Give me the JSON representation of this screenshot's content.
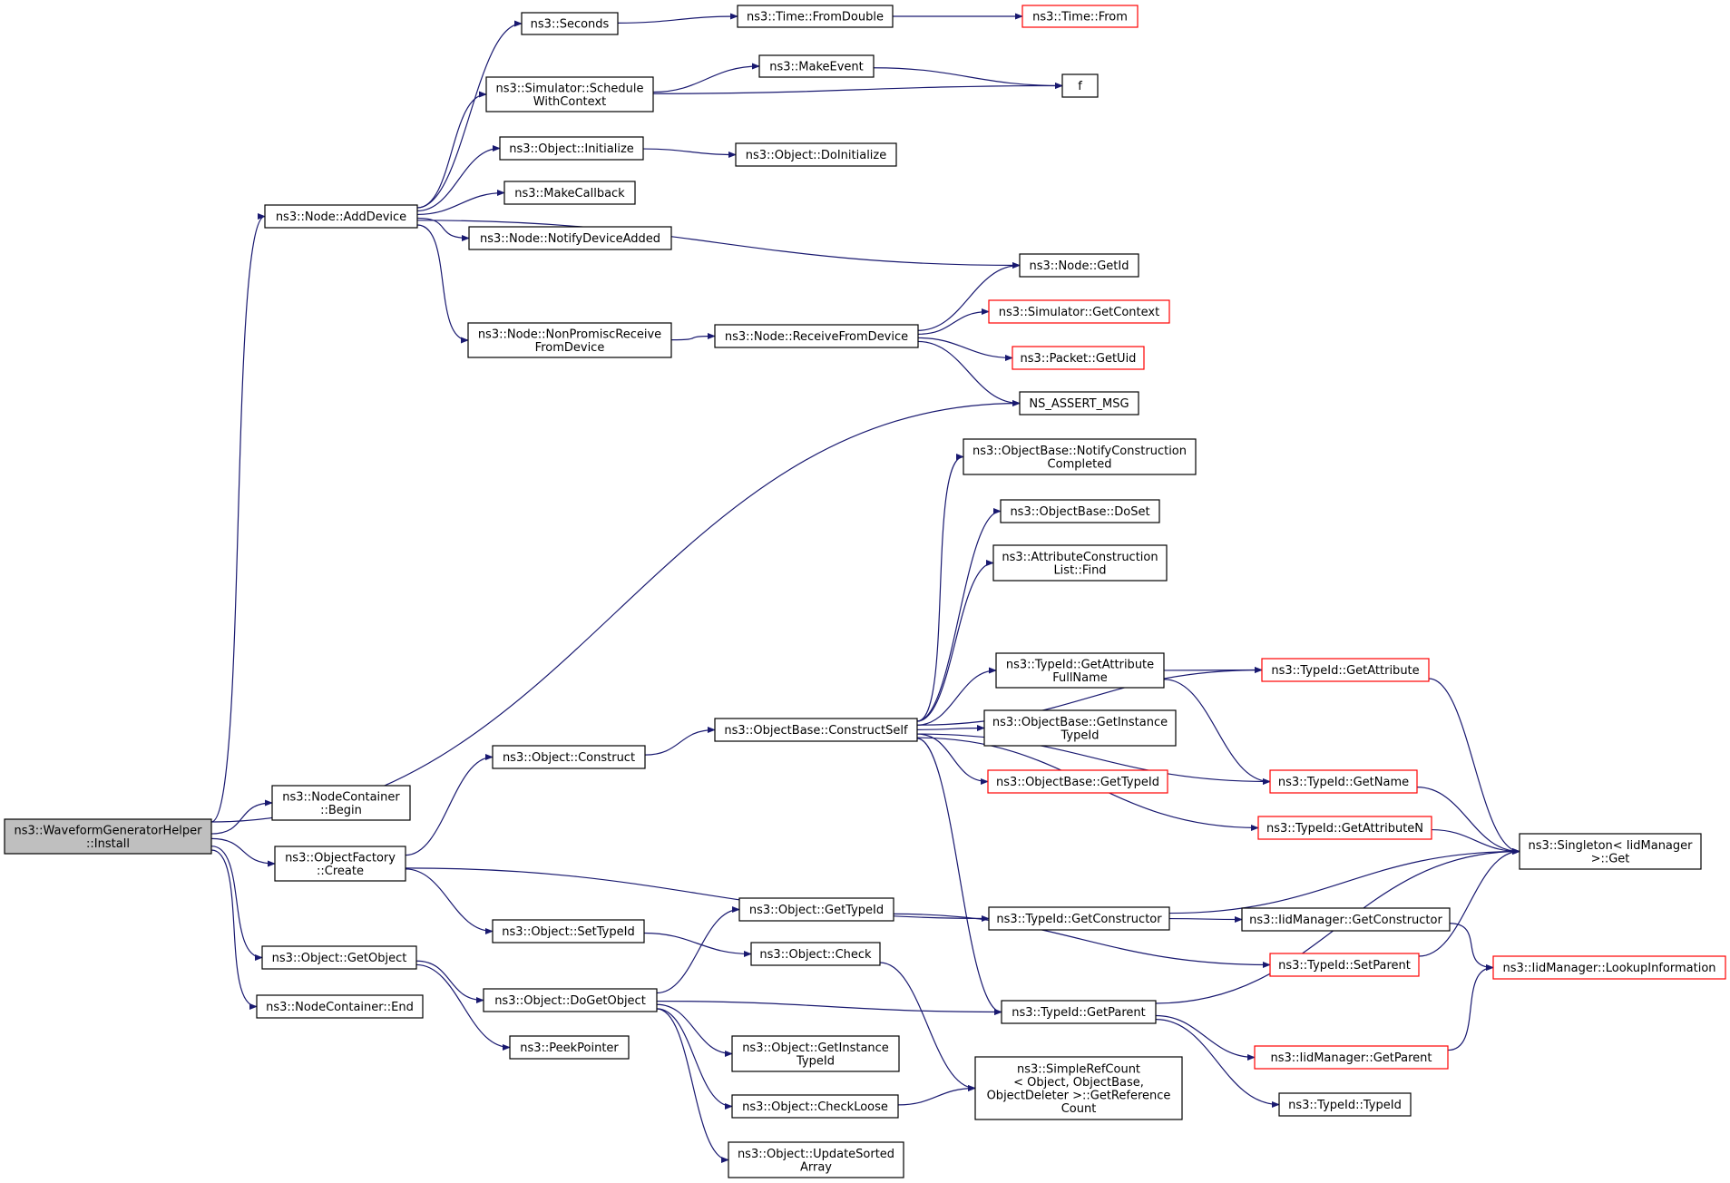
{
  "diagram": {
    "nodes": [
      {
        "id": "install",
        "lines": [
          "ns3::WaveformGeneratorHelper",
          "::Install"
        ],
        "style": "root"
      },
      {
        "id": "addDevice",
        "lines": [
          "ns3::Node::AddDevice"
        ],
        "style": "normal"
      },
      {
        "id": "seconds",
        "lines": [
          "ns3::Seconds"
        ],
        "style": "normal"
      },
      {
        "id": "timeFromDouble",
        "lines": [
          "ns3::Time::FromDouble"
        ],
        "style": "normal"
      },
      {
        "id": "timeFrom",
        "lines": [
          "ns3::Time::From"
        ],
        "style": "red"
      },
      {
        "id": "scheduleWithContext",
        "lines": [
          "ns3::Simulator::Schedule",
          "WithContext"
        ],
        "style": "normal"
      },
      {
        "id": "makeEvent",
        "lines": [
          "ns3::MakeEvent"
        ],
        "style": "normal"
      },
      {
        "id": "f",
        "lines": [
          "f"
        ],
        "style": "normal"
      },
      {
        "id": "objInitialize",
        "lines": [
          "ns3::Object::Initialize"
        ],
        "style": "normal"
      },
      {
        "id": "objDoInitialize",
        "lines": [
          "ns3::Object::DoInitialize"
        ],
        "style": "normal"
      },
      {
        "id": "makeCallback",
        "lines": [
          "ns3::MakeCallback"
        ],
        "style": "normal"
      },
      {
        "id": "notifyDeviceAdded",
        "lines": [
          "ns3::Node::NotifyDeviceAdded"
        ],
        "style": "normal"
      },
      {
        "id": "nodeGetId",
        "lines": [
          "ns3::Node::GetId"
        ],
        "style": "normal"
      },
      {
        "id": "nonPromisc",
        "lines": [
          "ns3::Node::NonPromiscReceive",
          "FromDevice"
        ],
        "style": "normal"
      },
      {
        "id": "receiveFromDevice",
        "lines": [
          "ns3::Node::ReceiveFromDevice"
        ],
        "style": "normal"
      },
      {
        "id": "simGetContext",
        "lines": [
          "ns3::Simulator::GetContext"
        ],
        "style": "red"
      },
      {
        "id": "packetGetUid",
        "lines": [
          "ns3::Packet::GetUid"
        ],
        "style": "red"
      },
      {
        "id": "nsAssertMsg",
        "lines": [
          "NS_ASSERT_MSG"
        ],
        "style": "normal"
      },
      {
        "id": "notifyConstruction",
        "lines": [
          "ns3::ObjectBase::NotifyConstruction",
          "Completed"
        ],
        "style": "normal"
      },
      {
        "id": "objBaseDoSet",
        "lines": [
          "ns3::ObjectBase::DoSet"
        ],
        "style": "normal"
      },
      {
        "id": "attrConstructionFind",
        "lines": [
          "ns3::AttributeConstruction",
          "List::Find"
        ],
        "style": "normal"
      },
      {
        "id": "typeIdGetAttribute",
        "lines": [
          "ns3::TypeId::GetAttribute"
        ],
        "style": "red"
      },
      {
        "id": "getAttributeFullName",
        "lines": [
          "ns3::TypeId::GetAttribute",
          "FullName"
        ],
        "style": "normal"
      },
      {
        "id": "objBaseGetInstanceTypeId",
        "lines": [
          "ns3::ObjectBase::GetInstance",
          "TypeId"
        ],
        "style": "normal"
      },
      {
        "id": "constructSelf",
        "lines": [
          "ns3::ObjectBase::ConstructSelf"
        ],
        "style": "normal"
      },
      {
        "id": "objBaseGetTypeId",
        "lines": [
          "ns3::ObjectBase::GetTypeId"
        ],
        "style": "red"
      },
      {
        "id": "typeIdGetName",
        "lines": [
          "ns3::TypeId::GetName"
        ],
        "style": "red"
      },
      {
        "id": "typeIdGetAttributeN",
        "lines": [
          "ns3::TypeId::GetAttributeN"
        ],
        "style": "red"
      },
      {
        "id": "singletonGet",
        "lines": [
          "ns3::Singleton< IidManager",
          ">::Get"
        ],
        "style": "normal"
      },
      {
        "id": "objConstruct",
        "lines": [
          "ns3::Object::Construct"
        ],
        "style": "normal"
      },
      {
        "id": "nodeContainerBegin",
        "lines": [
          "ns3::NodeContainer",
          "::Begin"
        ],
        "style": "normal"
      },
      {
        "id": "objFactoryCreate",
        "lines": [
          "ns3::ObjectFactory",
          "::Create"
        ],
        "style": "normal"
      },
      {
        "id": "typeIdGetConstructor",
        "lines": [
          "ns3::TypeId::GetConstructor"
        ],
        "style": "normal"
      },
      {
        "id": "iidGetConstructor",
        "lines": [
          "ns3::IidManager::GetConstructor"
        ],
        "style": "normal"
      },
      {
        "id": "objSetTypeId",
        "lines": [
          "ns3::Object::SetTypeId"
        ],
        "style": "normal"
      },
      {
        "id": "objGetTypeId",
        "lines": [
          "ns3::Object::GetTypeId"
        ],
        "style": "normal"
      },
      {
        "id": "objCheck",
        "lines": [
          "ns3::Object::Check"
        ],
        "style": "normal"
      },
      {
        "id": "typeIdSetParent",
        "lines": [
          "ns3::TypeId::SetParent"
        ],
        "style": "red"
      },
      {
        "id": "iidLookupInformation",
        "lines": [
          "ns3::IidManager::LookupInformation"
        ],
        "style": "red"
      },
      {
        "id": "objGetObject",
        "lines": [
          "ns3::Object::GetObject"
        ],
        "style": "normal"
      },
      {
        "id": "nodeContainerEnd",
        "lines": [
          "ns3::NodeContainer::End"
        ],
        "style": "normal"
      },
      {
        "id": "objDoGetObject",
        "lines": [
          "ns3::Object::DoGetObject"
        ],
        "style": "normal"
      },
      {
        "id": "typeIdGetParent",
        "lines": [
          "ns3::TypeId::GetParent"
        ],
        "style": "normal"
      },
      {
        "id": "peekPointer",
        "lines": [
          "ns3::PeekPointer"
        ],
        "style": "normal"
      },
      {
        "id": "objGetInstanceTypeId",
        "lines": [
          "ns3::Object::GetInstance",
          "TypeId"
        ],
        "style": "normal"
      },
      {
        "id": "simpleRefCount",
        "lines": [
          "ns3::SimpleRefCount",
          "< Object, ObjectBase,",
          "ObjectDeleter >::GetReference",
          "Count"
        ],
        "style": "normal"
      },
      {
        "id": "iidGetParent",
        "lines": [
          "ns3::IidManager::GetParent"
        ],
        "style": "red"
      },
      {
        "id": "objCheckLoose",
        "lines": [
          "ns3::Object::CheckLoose"
        ],
        "style": "normal"
      },
      {
        "id": "typeIdTypeId",
        "lines": [
          "ns3::TypeId::TypeId"
        ],
        "style": "normal"
      },
      {
        "id": "objUpdateSortedArray",
        "lines": [
          "ns3::Object::UpdateSorted",
          "Array"
        ],
        "style": "normal"
      }
    ],
    "edges": [
      [
        "install",
        "addDevice"
      ],
      [
        "install",
        "nsAssertMsg"
      ],
      [
        "install",
        "nodeContainerBegin"
      ],
      [
        "install",
        "objFactoryCreate"
      ],
      [
        "install",
        "objGetObject"
      ],
      [
        "install",
        "nodeContainerEnd"
      ],
      [
        "addDevice",
        "seconds"
      ],
      [
        "addDevice",
        "scheduleWithContext"
      ],
      [
        "addDevice",
        "objInitialize"
      ],
      [
        "addDevice",
        "makeCallback"
      ],
      [
        "addDevice",
        "notifyDeviceAdded"
      ],
      [
        "addDevice",
        "nodeGetId"
      ],
      [
        "addDevice",
        "nonPromisc"
      ],
      [
        "seconds",
        "timeFromDouble"
      ],
      [
        "timeFromDouble",
        "timeFrom"
      ],
      [
        "scheduleWithContext",
        "makeEvent"
      ],
      [
        "scheduleWithContext",
        "f"
      ],
      [
        "makeEvent",
        "f"
      ],
      [
        "objInitialize",
        "objDoInitialize"
      ],
      [
        "nonPromisc",
        "receiveFromDevice"
      ],
      [
        "receiveFromDevice",
        "nodeGetId"
      ],
      [
        "receiveFromDevice",
        "simGetContext"
      ],
      [
        "receiveFromDevice",
        "packetGetUid"
      ],
      [
        "receiveFromDevice",
        "nsAssertMsg"
      ],
      [
        "objFactoryCreate",
        "objConstruct"
      ],
      [
        "objFactoryCreate",
        "typeIdGetConstructor"
      ],
      [
        "objFactoryCreate",
        "objSetTypeId"
      ],
      [
        "objConstruct",
        "constructSelf"
      ],
      [
        "constructSelf",
        "notifyConstruction"
      ],
      [
        "constructSelf",
        "objBaseDoSet"
      ],
      [
        "constructSelf",
        "attrConstructionFind"
      ],
      [
        "constructSelf",
        "typeIdGetAttribute"
      ],
      [
        "constructSelf",
        "getAttributeFullName"
      ],
      [
        "constructSelf",
        "objBaseGetInstanceTypeId"
      ],
      [
        "constructSelf",
        "objBaseGetTypeId"
      ],
      [
        "constructSelf",
        "typeIdGetName"
      ],
      [
        "constructSelf",
        "typeIdGetAttributeN"
      ],
      [
        "constructSelf",
        "typeIdGetParent"
      ],
      [
        "getAttributeFullName",
        "typeIdGetAttribute"
      ],
      [
        "getAttributeFullName",
        "typeIdGetName"
      ],
      [
        "typeIdGetAttribute",
        "singletonGet"
      ],
      [
        "typeIdGetName",
        "singletonGet"
      ],
      [
        "typeIdGetAttributeN",
        "singletonGet"
      ],
      [
        "typeIdGetConstructor",
        "singletonGet"
      ],
      [
        "typeIdGetConstructor",
        "iidGetConstructor"
      ],
      [
        "iidGetConstructor",
        "iidLookupInformation"
      ],
      [
        "objSetTypeId",
        "objCheck"
      ],
      [
        "objGetTypeId",
        "typeIdSetParent"
      ],
      [
        "typeIdSetParent",
        "singletonGet"
      ],
      [
        "objCheck",
        "simpleRefCount"
      ],
      [
        "objGetObject",
        "objDoGetObject"
      ],
      [
        "objGetObject",
        "peekPointer"
      ],
      [
        "objDoGetObject",
        "objGetTypeId"
      ],
      [
        "objDoGetObject",
        "typeIdGetParent"
      ],
      [
        "objDoGetObject",
        "objGetInstanceTypeId"
      ],
      [
        "objDoGetObject",
        "objCheckLoose"
      ],
      [
        "objDoGetObject",
        "objUpdateSortedArray"
      ],
      [
        "objCheckLoose",
        "simpleRefCount"
      ],
      [
        "typeIdGetParent",
        "singletonGet"
      ],
      [
        "typeIdGetParent",
        "iidGetParent"
      ],
      [
        "typeIdGetParent",
        "typeIdTypeId"
      ],
      [
        "iidGetParent",
        "iidLookupInformation"
      ]
    ]
  },
  "colors": {
    "edge": "#191970",
    "node_border": "#000000",
    "external_node_border": "#ff0000",
    "root_fill": "#bfbfbf",
    "background": "#ffffff"
  }
}
